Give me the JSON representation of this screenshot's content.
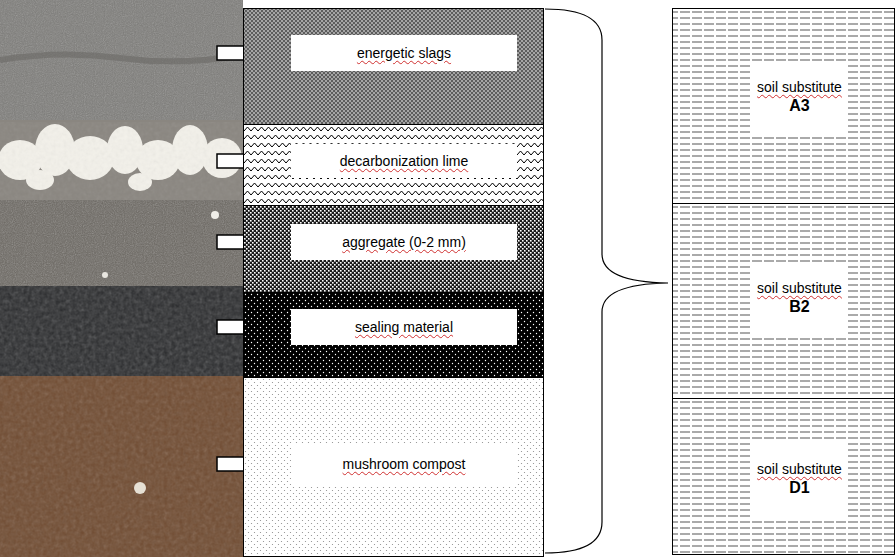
{
  "diagram": {
    "nodes": [
      {
        "text": [
          "energetic slags"
        ]
      },
      {
        "text": [
          "decarbonization lime"
        ]
      },
      {
        "text": [
          "aggregate (0-2 mm)"
        ]
      },
      {
        "text": [
          "sealing material"
        ]
      },
      {
        "text": [
          "mushroom compost"
        ]
      },
      {
        "text": [
          "soil substitute",
          "A3"
        ]
      },
      {
        "text": [
          "soil substitute",
          "B2"
        ]
      },
      {
        "text": [
          "soil substitute",
          "D1"
        ]
      }
    ]
  }
}
